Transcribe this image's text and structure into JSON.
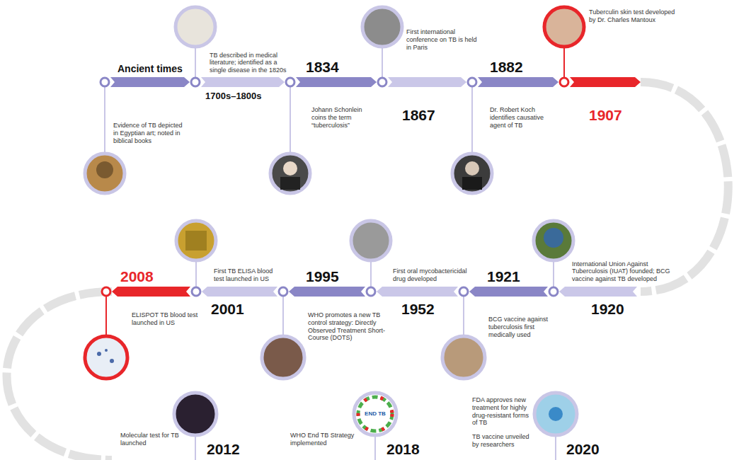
{
  "diagram": {
    "labels": [
      "Ancient times",
      "Evidence of TB depicted in Egyptian art; noted in biblical books",
      "1700s–1800s",
      "TB described in medical literature; identified as a single disease in the 1820s",
      "1834",
      "Johann Schonlein coins the term “tuberculosis”",
      "1867",
      "First international conference on TB is held in Paris",
      "1882",
      "Dr. Robert Koch identifies causative agent of TB",
      "1907",
      "Tuberculin skin test developed by Dr. Charles Mantoux",
      "1920",
      "International Union Against Tuberculosis (IUAT) founded; BCG vaccine against TB developed",
      "1921",
      "BCG vaccine against tuberculosis first medically used",
      "1952",
      "First oral mycobactericidal drug developed",
      "1995",
      "WHO promotes a new TB control strategy: Directly Observed Treatment Short-Course (DOTS)",
      "2001",
      "First TB ELISA blood test launched in US",
      "2008",
      "ELISPOT TB blood test launched in US",
      "2012",
      "Molecular test for TB launched",
      "2018",
      "WHO End TB Strategy implemented",
      "2020",
      "FDA approves new treatment for highly drug-resistant forms of TB",
      "TB vaccine unveiled by researchers",
      "END TB"
    ]
  }
}
